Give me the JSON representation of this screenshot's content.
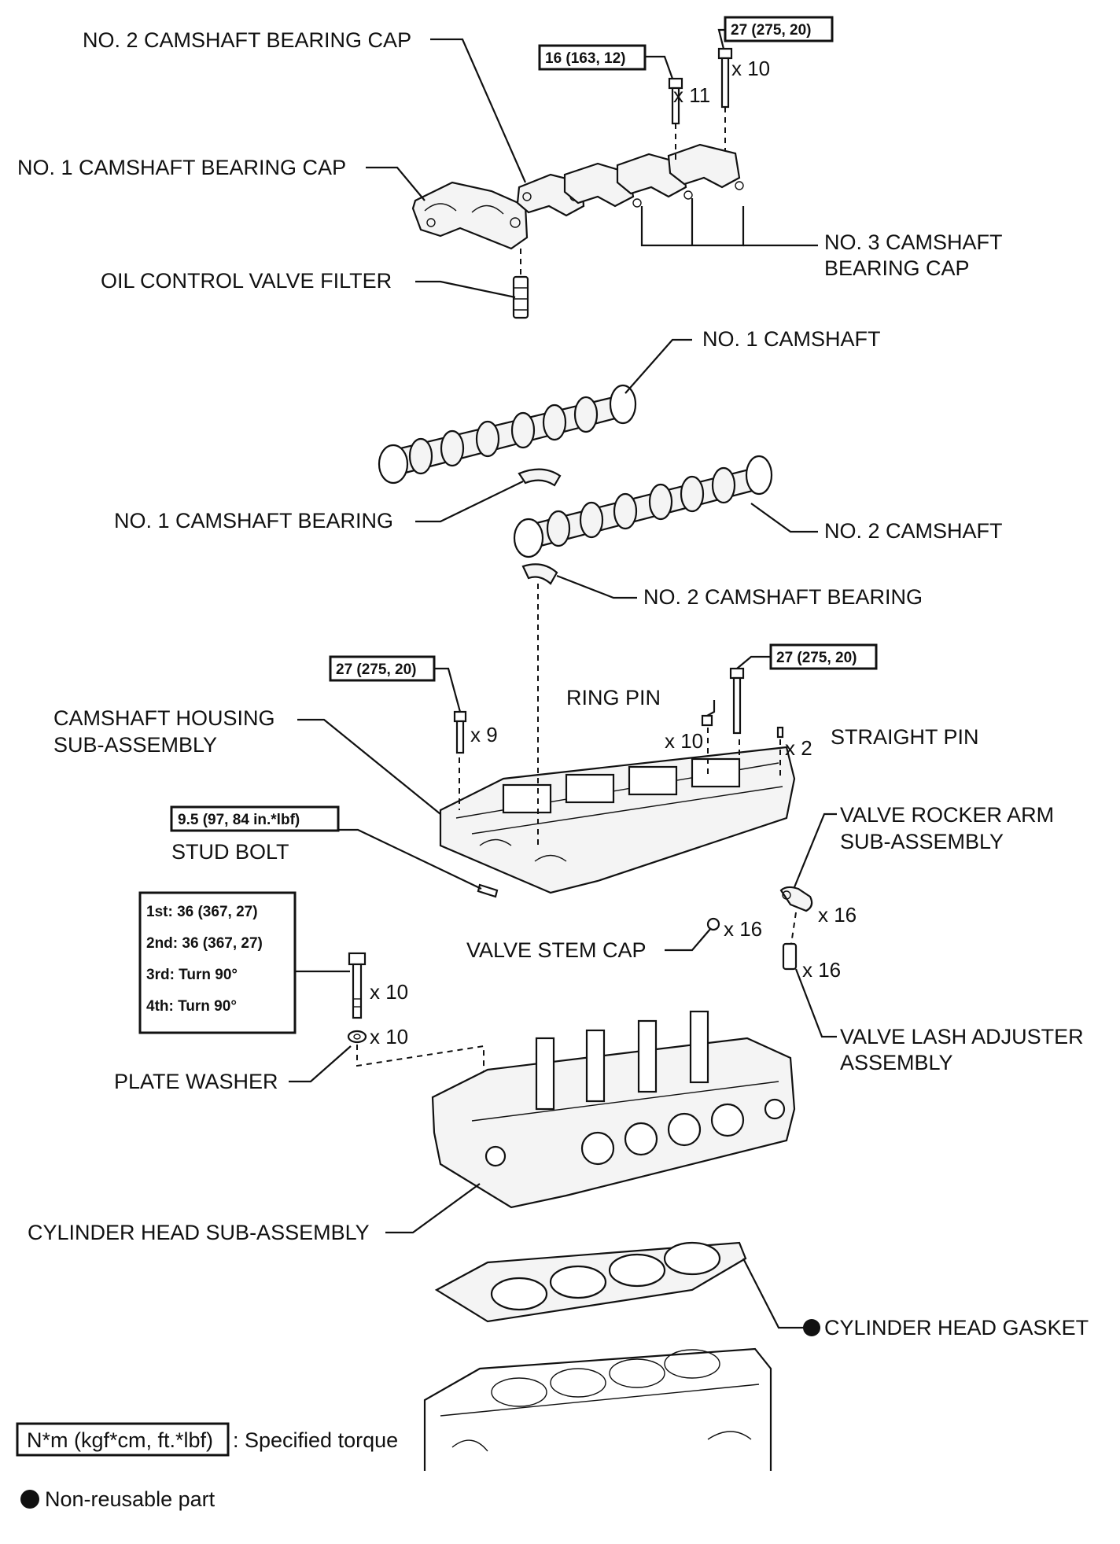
{
  "labels": {
    "no2_cap": "NO. 2 CAMSHAFT BEARING CAP",
    "no1_cap": "NO. 1 CAMSHAFT BEARING CAP",
    "no3_cap_l1": "NO. 3 CAMSHAFT",
    "no3_cap_l2": "BEARING CAP",
    "ocv_filter": "OIL CONTROL VALVE FILTER",
    "no1_cam": "NO. 1 CAMSHAFT",
    "no1_bearing": "NO. 1 CAMSHAFT BEARING",
    "no2_cam": "NO. 2 CAMSHAFT",
    "no2_bearing": "NO. 2 CAMSHAFT BEARING",
    "ring_pin": "RING PIN",
    "straight_pin": "STRAIGHT PIN",
    "housing_l1": "CAMSHAFT HOUSING",
    "housing_l2": "SUB-ASSEMBLY",
    "stud_bolt": "STUD BOLT",
    "rocker_l1": "VALVE ROCKER ARM",
    "rocker_l2": "SUB-ASSEMBLY",
    "stem_cap": "VALVE STEM CAP",
    "lash_l1": "VALVE LASH ADJUSTER",
    "lash_l2": "ASSEMBLY",
    "plate_washer": "PLATE WASHER",
    "head": "CYLINDER HEAD SUB-ASSEMBLY",
    "gasket": "CYLINDER HEAD GASKET"
  },
  "torques": {
    "t_cap_small": "16 (163, 12)",
    "t_cap_large": "27 (275, 20)",
    "t_housing_left": "27 (275, 20)",
    "t_housing_right": "27 (275, 20)",
    "t_stud": "9.5 (97, 84 in.*lbf)",
    "head_bolt_steps": [
      "1st: 36 (367, 27)",
      "2nd: 36 (367, 27)",
      "3rd: Turn 90°",
      "4th: Turn 90°"
    ]
  },
  "counts": {
    "c_cap_small": "x 11",
    "c_cap_large": "x 10",
    "c_housing_left": "x 9",
    "c_ring_pin": "x 10",
    "c_straight_pin": "x 2",
    "c_rocker": "x 16",
    "c_stem_cap": "x 16",
    "c_lash": "x 16",
    "c_head_bolt": "x 10",
    "c_washer": "x 10"
  },
  "legend": {
    "torque_box": "N*m (kgf*cm, ft.*lbf)",
    "torque_text": ": Specified torque",
    "nonreusable_text": "Non-reusable part"
  },
  "icons": {
    "nonreusable": "filled-circle-icon"
  }
}
